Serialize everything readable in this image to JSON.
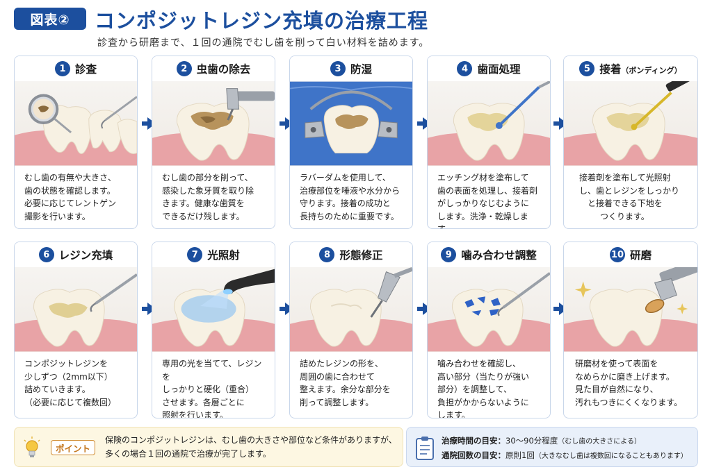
{
  "header": {
    "badge": "図表②",
    "title": "コンポジットレジン充填の治療工程",
    "subtitle": "診査から研磨まで、１回の通院でむし歯を削って白い材料を詰めます。"
  },
  "steps": [
    {
      "num": "1",
      "title": "診査",
      "title_small": "",
      "lines": [
        "むし歯の有無や大きさ、",
        "歯の状態を確認します。",
        "必要に応じてレントゲン",
        "撮影を行います。"
      ]
    },
    {
      "num": "2",
      "title": "虫歯の除去",
      "title_small": "",
      "lines": [
        "むし歯の部分を削って、",
        "感染した象牙質を取り除",
        "きます。健康な歯質を",
        "できるだけ残します。"
      ]
    },
    {
      "num": "3",
      "title": "防湿",
      "title_small": "",
      "lines": [
        "ラバーダムを使用して、",
        "治療部位を唾液や水分から",
        "守ります。接着の成功と",
        "長持ちのために重要です。"
      ]
    },
    {
      "num": "4",
      "title": "歯面処理",
      "title_small": "",
      "lines": [
        "エッチング材を塗布して",
        "歯の表面を処理し、接着剤",
        "がしっかりなじむように",
        "します。洗浄・乾燥します。"
      ]
    },
    {
      "num": "5",
      "title": "接着",
      "title_small": "（ボンディング）",
      "lines": [
        "接着剤を塗布して光照射",
        "し、歯とレジンをしっかり",
        "と接着できる下地を",
        "つくります。"
      ]
    },
    {
      "num": "6",
      "title": "レジン充填",
      "title_small": "",
      "lines": [
        "コンポジットレジンを",
        "少しずつ（2mm以下）",
        "詰めていきます。",
        "（必要に応じて複数回）"
      ]
    },
    {
      "num": "7",
      "title": "光照射",
      "title_small": "",
      "lines": [
        "専用の光を当てて、レジンを",
        "しっかりと硬化（重合）",
        "させます。各層ごとに",
        "照射を行います。"
      ]
    },
    {
      "num": "8",
      "title": "形態修正",
      "title_small": "",
      "lines": [
        "詰めたレジンの形を、",
        "周囲の歯に合わせて",
        "整えます。余分な部分を",
        "削って調整します。"
      ]
    },
    {
      "num": "9",
      "title": "噛み合わせ調整",
      "title_small": "",
      "lines": [
        "噛み合わせを確認し、",
        "高い部分（当たりが強い",
        "部分）を調整して、",
        "負担がかからないように",
        "します。"
      ]
    },
    {
      "num": "10",
      "title": "研磨",
      "title_small": "",
      "lines": [
        "研磨材を使って表面を",
        "なめらかに磨き上げます。",
        "見た目が自然になり、",
        "汚れもつきにくくなります。"
      ]
    }
  ],
  "point": {
    "label": "ポイント",
    "line1": "保険のコンポジットレジンは、むし歯の大きさや部位など条件がありますが、",
    "line2": "多くの場合１回の通院で治療が完了します。"
  },
  "info": {
    "time_label": "治療時間の目安：",
    "time_value": "30～90分程度",
    "time_note": "（むし歯の大きさによる）",
    "visit_label": "通院回数の目安：",
    "visit_value": "原則1回",
    "visit_note": "（大きなむし歯は複数回になることもあります）"
  },
  "colors": {
    "accent": "#1c4f9e",
    "point_bg": "#fdf7e2",
    "info_bg": "#e9f0fa",
    "gum": "#e8a3a6",
    "tooth": "#f7f1e3",
    "decay": "#b7935c",
    "rubber_dam": "#3f74c8"
  }
}
